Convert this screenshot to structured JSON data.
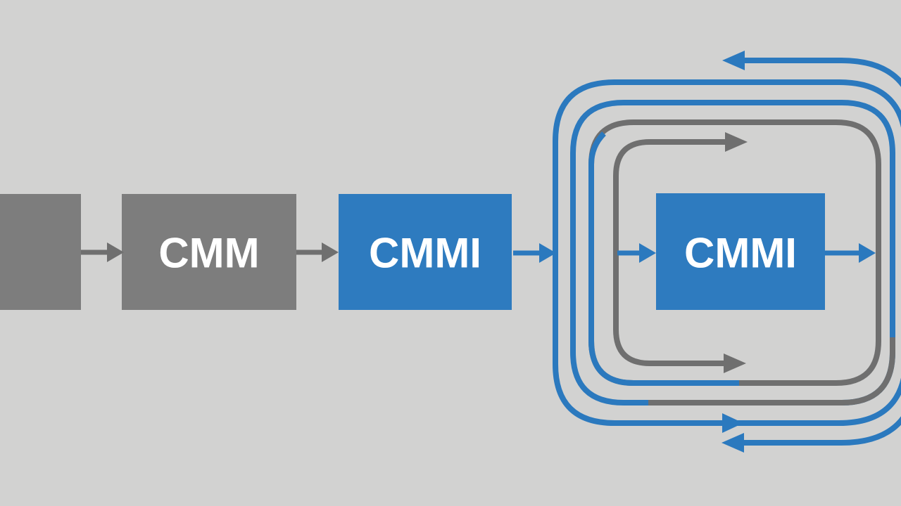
{
  "colors": {
    "bg": "#d2d2d1",
    "boxGray": "#7d7d7d",
    "boxBlue": "#2e7bbf",
    "lineGray": "#6f6f6f",
    "lineBlue": "#2b79be",
    "label": "#ffffff"
  },
  "nodes": {
    "start": {
      "label": ""
    },
    "cmm": {
      "label": "CMM"
    },
    "cmmi_mid": {
      "label": "CMMI"
    },
    "cmmi_loop": {
      "label": "CMMI"
    }
  }
}
